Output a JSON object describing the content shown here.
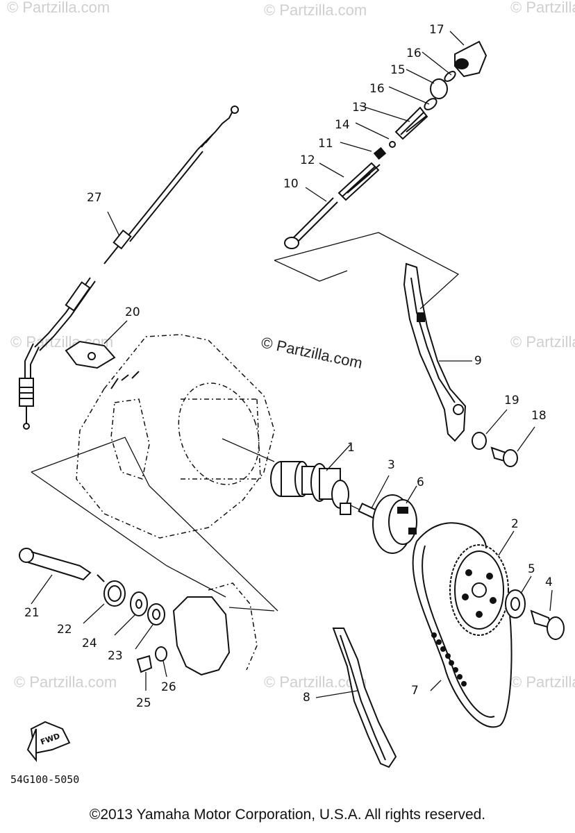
{
  "watermarks": {
    "main": "© Partzilla.com",
    "corner": "© Partzilla.com"
  },
  "diagram_code": "54G100-5050",
  "fwd_arrow": "FWD",
  "copyright": "©2013 Yamaha Motor Corporation, U.S.A. All rights reserved.",
  "callouts": [
    {
      "id": "1",
      "label": "1"
    },
    {
      "id": "2",
      "label": "2"
    },
    {
      "id": "3",
      "label": "3"
    },
    {
      "id": "4",
      "label": "4"
    },
    {
      "id": "5",
      "label": "5"
    },
    {
      "id": "6",
      "label": "6"
    },
    {
      "id": "7",
      "label": "7"
    },
    {
      "id": "8",
      "label": "8"
    },
    {
      "id": "9",
      "label": "9"
    },
    {
      "id": "10",
      "label": "10"
    },
    {
      "id": "11",
      "label": "11"
    },
    {
      "id": "12",
      "label": "12"
    },
    {
      "id": "13",
      "label": "13"
    },
    {
      "id": "14",
      "label": "14"
    },
    {
      "id": "15",
      "label": "15"
    },
    {
      "id": "16a",
      "label": "16"
    },
    {
      "id": "16b",
      "label": "16"
    },
    {
      "id": "17",
      "label": "17"
    },
    {
      "id": "18",
      "label": "18"
    },
    {
      "id": "19",
      "label": "19"
    },
    {
      "id": "20",
      "label": "20"
    },
    {
      "id": "21",
      "label": "21"
    },
    {
      "id": "22",
      "label": "22"
    },
    {
      "id": "23",
      "label": "23"
    },
    {
      "id": "24",
      "label": "24"
    },
    {
      "id": "25",
      "label": "25"
    },
    {
      "id": "26",
      "label": "26"
    },
    {
      "id": "27",
      "label": "27"
    }
  ]
}
